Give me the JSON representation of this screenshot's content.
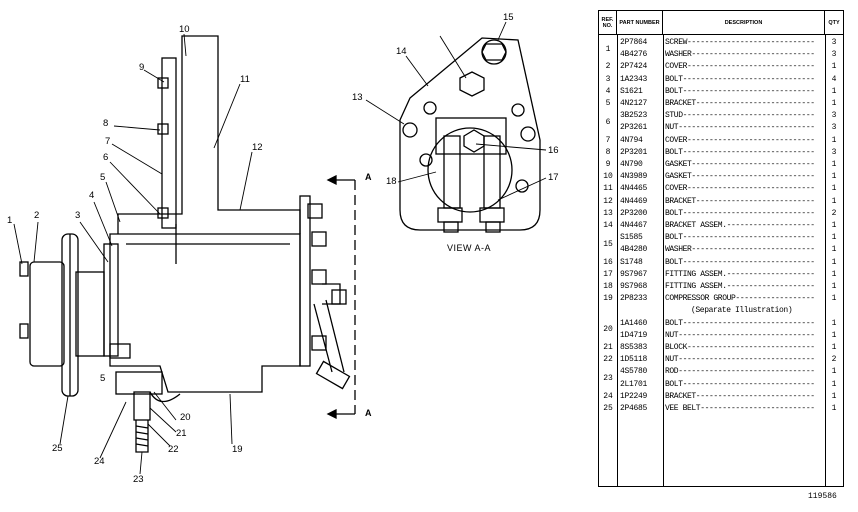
{
  "diagram": {
    "view_label": "VIEW A-A",
    "section_mark": "A",
    "illustration_number": "119586",
    "callouts": [
      "1",
      "2",
      "3",
      "4",
      "5",
      "6",
      "7",
      "8",
      "9",
      "10",
      "11",
      "12",
      "13",
      "14",
      "15",
      "16",
      "17",
      "18",
      "19",
      "20",
      "21",
      "22",
      "23",
      "24",
      "25"
    ],
    "callout_5_lower": "5"
  },
  "table": {
    "headers": {
      "ref": "REF. NO.",
      "part": "PART NUMBER",
      "desc": "DESCRIPTION",
      "qty": "QTY"
    },
    "rows": [
      {
        "pn": "2P7864",
        "desc": "SCREW",
        "qty": "3"
      },
      {
        "pn": "4B4276",
        "desc": "WASHER",
        "qty": "3"
      },
      {
        "ref": "2",
        "pn": "2P7424",
        "desc": "COVER",
        "qty": "1"
      },
      {
        "ref": "3",
        "pn": "1A2343",
        "desc": "BOLT",
        "qty": "4"
      },
      {
        "ref": "4",
        "pn": "S1621",
        "desc": "BOLT",
        "qty": "1"
      },
      {
        "ref": "5",
        "pn": "4N2127",
        "desc": "BRACKET",
        "qty": "1"
      },
      {
        "pn": "3B2523",
        "desc": "STUD",
        "qty": "3"
      },
      {
        "pn": "2P3261",
        "desc": "NUT",
        "qty": "3"
      },
      {
        "ref": "7",
        "pn": "4N794",
        "desc": "COVER",
        "qty": "1"
      },
      {
        "ref": "8",
        "pn": "2P3201",
        "desc": "BOLT",
        "qty": "3"
      },
      {
        "ref": "9",
        "pn": "4N790",
        "desc": "GASKET",
        "qty": "1"
      },
      {
        "ref": "10",
        "pn": "4N3989",
        "desc": "GASKET",
        "qty": "1"
      },
      {
        "ref": "11",
        "pn": "4N4465",
        "desc": "COVER",
        "qty": "1"
      },
      {
        "ref": "12",
        "pn": "4N4469",
        "desc": "BRACKET",
        "qty": "1"
      },
      {
        "ref": "13",
        "pn": "2P3200",
        "desc": "BOLT",
        "qty": "2"
      },
      {
        "ref": "14",
        "pn": "4N4467",
        "desc": "BRACKET ASSEM.",
        "qty": "1"
      },
      {
        "pn": "S1585",
        "desc": "BOLT",
        "qty": "1"
      },
      {
        "pn": "4B4280",
        "desc": "WASHER",
        "qty": "1"
      },
      {
        "ref": "16",
        "pn": "S1748",
        "desc": "BOLT",
        "qty": "1"
      },
      {
        "ref": "17",
        "pn": "9S7967",
        "desc": "FITTING ASSEM.",
        "qty": "1"
      },
      {
        "ref": "18",
        "pn": "9S7968",
        "desc": "FITTING ASSEM.",
        "qty": "1"
      },
      {
        "ref": "19",
        "pn": "2P8233",
        "desc": "COMPRESSOR GROUP",
        "qty": "1"
      },
      {
        "desc_note": "(Separate Illustration)"
      },
      {
        "pn": "1A1460",
        "desc": "BOLT",
        "qty": "1"
      },
      {
        "pn": "1D4719",
        "desc": "NUT",
        "qty": "1"
      },
      {
        "ref": "21",
        "pn": "8S5383",
        "desc": "BLOCK",
        "qty": "1"
      },
      {
        "ref": "22",
        "pn": "1D5118",
        "desc": "NUT",
        "qty": "2"
      },
      {
        "pn": "4S5780",
        "desc": "ROD",
        "qty": "1"
      },
      {
        "pn": "2L1701",
        "desc": "BOLT",
        "qty": "1"
      },
      {
        "ref": "24",
        "pn": "1P2249",
        "desc": "BRACKET",
        "qty": "1"
      },
      {
        "ref": "25",
        "pn": "2P4685",
        "desc": "VEE BELT",
        "qty": "1"
      }
    ],
    "groups": [
      {
        "label": "1",
        "start": 0,
        "span": 2
      },
      {
        "label": "6",
        "start": 6,
        "span": 2
      },
      {
        "label": "15",
        "start": 16,
        "span": 2
      },
      {
        "label": "20",
        "start": 23,
        "span": 2
      },
      {
        "label": "23",
        "start": 27,
        "span": 2
      }
    ]
  }
}
